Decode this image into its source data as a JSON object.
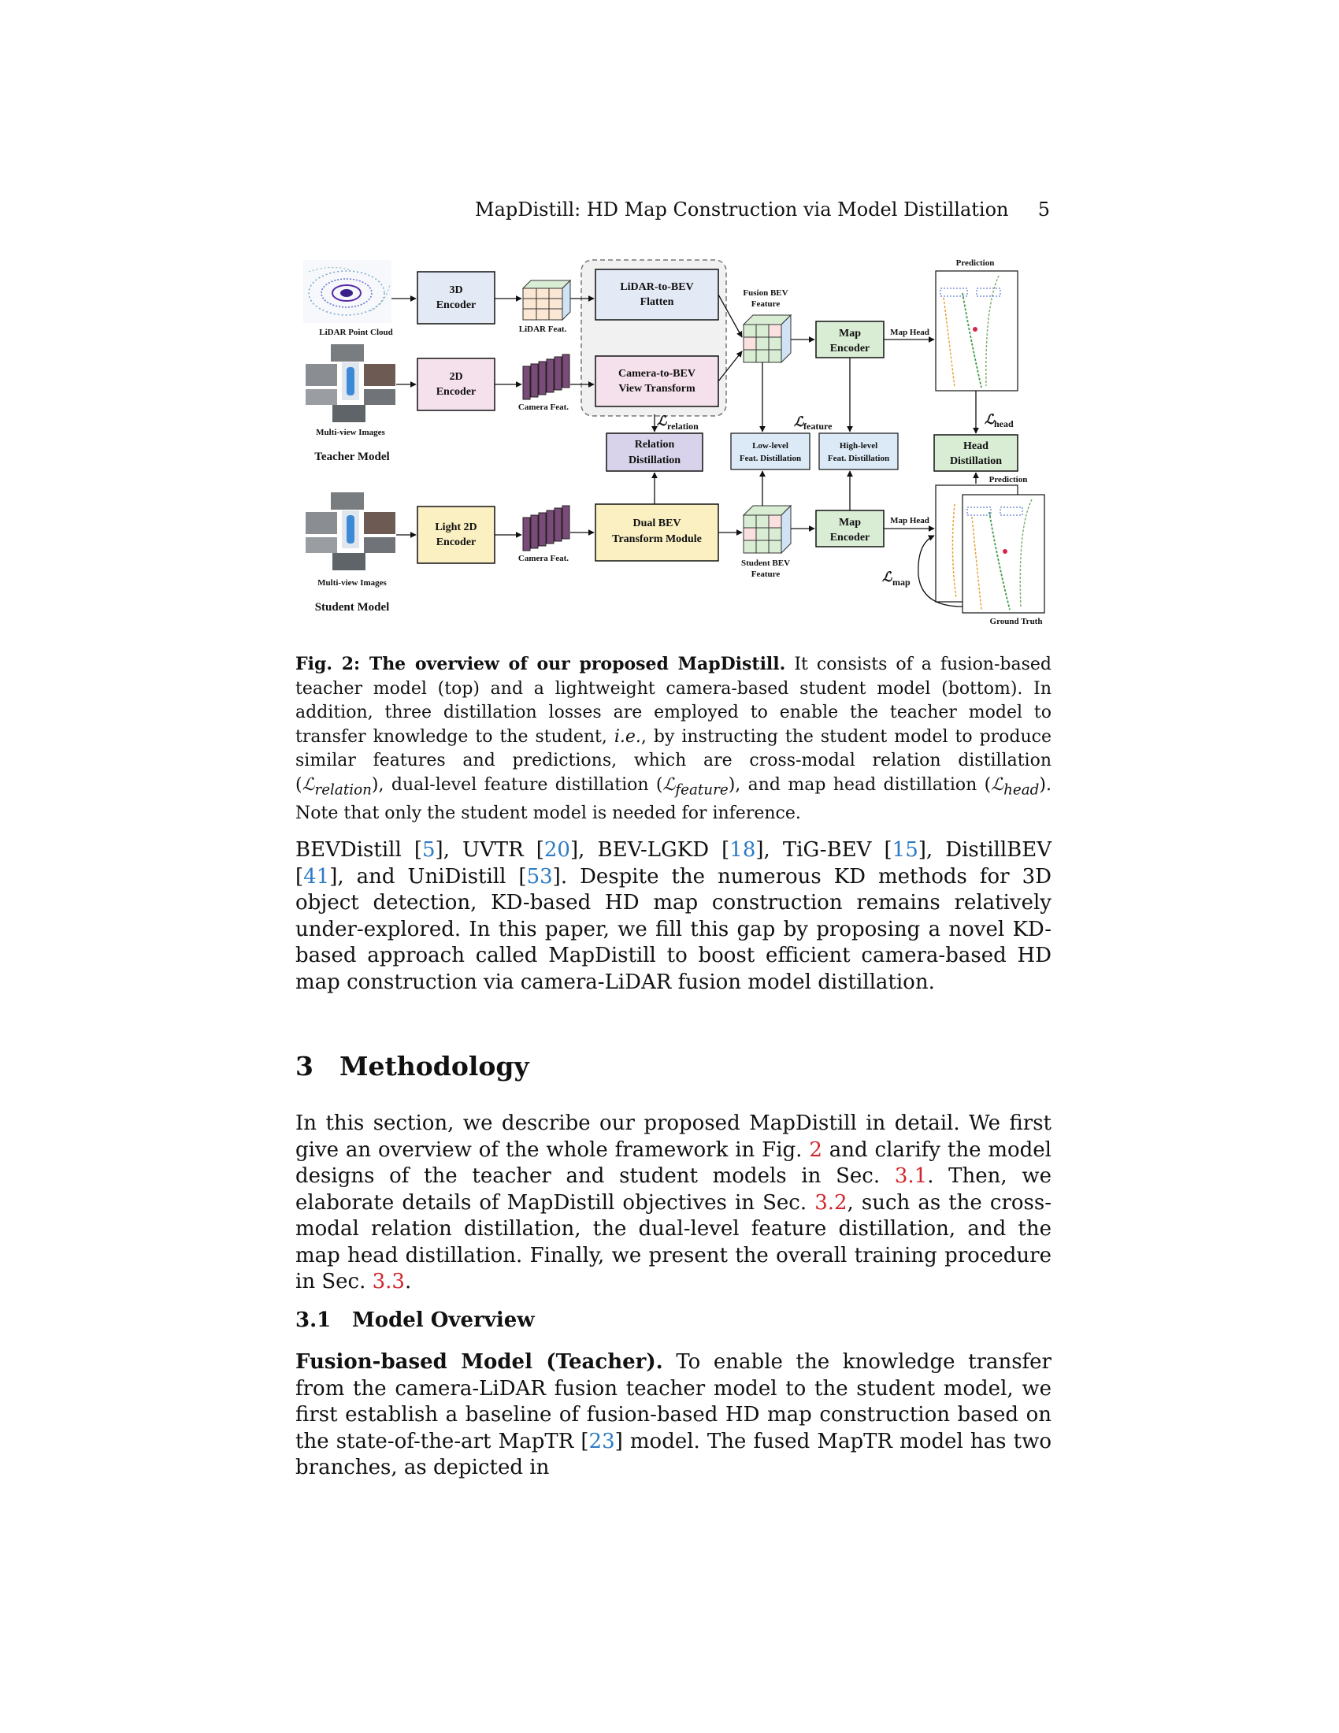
{
  "header": {
    "title": "MapDistill: HD Map Construction via Model Distillation",
    "page_number": "5"
  },
  "figure": {
    "labels": {
      "lidar_point_cloud": "LiDAR Point Cloud",
      "multiview_teacher": "Multi-view Images",
      "teacher_model": "Teacher Model",
      "multiview_student": "Multi-view Images",
      "student_model": "Student Model",
      "enc3d_1": "3D",
      "enc3d_2": "Encoder",
      "enc2d_1": "2D",
      "enc2d_2": "Encoder",
      "light2d_1": "Light 2D",
      "light2d_2": "Encoder",
      "lidar_feat": "LiDAR Feat.",
      "camera_feat_t": "Camera Feat.",
      "camera_feat_s": "Camera Feat.",
      "lidar2bev_1": "LiDAR-to-BEV",
      "lidar2bev_2": "Flatten",
      "cam2bev_1": "Camera-to-BEV",
      "cam2bev_2": "View Transform",
      "dualbev_1": "Dual BEV",
      "dualbev_2": "Transform Module",
      "fusion_bev_1": "Fusion BEV",
      "fusion_bev_2": "Feature",
      "student_bev_1": "Student BEV",
      "student_bev_2": "Feature",
      "mapenc_t_1": "Map",
      "mapenc_t_2": "Encoder",
      "mapenc_s_1": "Map",
      "mapenc_s_2": "Encoder",
      "maphead_t": "Map Head",
      "maphead_s": "Map Head",
      "prediction_t": "Prediction",
      "prediction_s": "Prediction",
      "ground_truth": "Ground Truth",
      "relation_1": "Relation",
      "relation_2": "Distillation",
      "lowlevel_1": "Low-level",
      "lowlevel_2": "Feat.  Distillation",
      "highlevel_1": "High-level",
      "highlevel_2": "Feat.  Distillation",
      "headdist_1": "Head",
      "headdist_2": "Distillation",
      "loss_symbol": "ℒ",
      "loss_relation": "relation",
      "loss_feature": "feature",
      "loss_head": "head",
      "loss_map": "map"
    }
  },
  "caption": {
    "label": "Fig. 2: The overview of our proposed MapDistill.",
    "t1": " It consists of a fusion-based teacher model (top) and a lightweight camera-based student model (bottom). In addition, three distillation losses are employed to enable the teacher model to transfer knowledge to the student, ",
    "ie": "i.e.",
    "t2": ", by instructing the student model to produce similar features and predictions, which are cross-modal relation distillation (",
    "l1": "ℒ",
    "l1sub": "relation",
    "t3": "), dual-level feature distillation (",
    "l2": "ℒ",
    "l2sub": "feature",
    "t4": "), and map head distillation (",
    "l3": "ℒ",
    "l3sub": "head",
    "t5": "). Note that only the student model is needed for inference."
  },
  "para1": {
    "a": "BEVDistill [",
    "c1": "5",
    "b": "], UVTR [",
    "c2": "20",
    "c": "], BEV-LGKD [",
    "c3": "18",
    "d": "], TiG-BEV [",
    "c4": "15",
    "e": "], DistillBEV [",
    "c5": "41",
    "f": "], and UniDistill [",
    "c6": "53",
    "g": "]. Despite the numerous KD methods for 3D object detection, KD-based HD map construction remains relatively under-explored. In this paper, we fill this gap by proposing a novel KD-based approach called MapDistill to boost efficient camera-based HD map construction via camera-LiDAR fusion model distillation."
  },
  "section": {
    "number": "3",
    "title": "Methodology"
  },
  "para2": {
    "a": "In this section, we describe our proposed MapDistill in detail. We first give an overview of the whole framework in Fig. ",
    "r1": "2",
    "b": " and clarify the model designs of the teacher and student models in Sec. ",
    "r2": "3.1",
    "c": ". Then, we elaborate details of MapDistill objectives in Sec. ",
    "r3": "3.2",
    "d": ", such as the cross-modal relation distillation, the dual-level feature distillation, and the map head distillation. Finally, we present the overall training procedure in Sec. ",
    "r4": "3.3",
    "e": "."
  },
  "subsection": {
    "number": "3.1",
    "title": "Model Overview"
  },
  "para3": {
    "label": "Fusion-based Model (Teacher).",
    "a": " To enable the knowledge transfer from the camera-LiDAR fusion teacher model to the student model, we first establish a baseline of fusion-based HD map construction based on the state-of-the-art MapTR [",
    "c1": "23",
    "b": "] model. The fused MapTR model has two branches, as depicted in"
  }
}
